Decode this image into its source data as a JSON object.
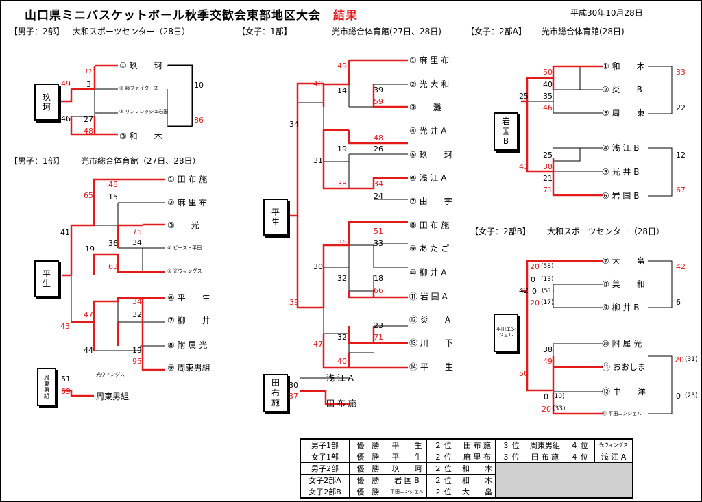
{
  "header": {
    "title": "山口県ミニバスケットボール秋季交歓会東部地区大会",
    "title_suffix": "結果",
    "date": "平成30年10月28日"
  },
  "boys2": {
    "division": "【男子：2部】",
    "venue": "大和スポーツセンター（28日）",
    "winner": "玖\n珂",
    "teams": [
      "① 玖　　珂",
      "② 藤ファイターズ",
      "③ リンフレッシュ岩国",
      "③ 和　　木"
    ],
    "scores": [
      "125",
      "3",
      "10",
      "27",
      "48",
      "86",
      "49",
      "46"
    ]
  },
  "boys1": {
    "division": "【男子：1部】",
    "venue": "光市総合体育館（27日、28日）",
    "winner": "平\n生",
    "teams": [
      "① 田 布 施",
      "② 麻 里 布",
      "③　　光",
      "④ ビースト平田",
      "⑤ 光ウィングス",
      "⑥ 平　　生",
      "⑦ 柳　　井",
      "⑧ 附 属 光",
      "⑨ 周東男組"
    ],
    "scores": [
      "48",
      "15",
      "65",
      "41",
      "75",
      "34",
      "36",
      "19",
      "63",
      "34",
      "32",
      "47",
      "43",
      "19",
      "95",
      "44"
    ],
    "third": {
      "box": "周\n東\n男\n組",
      "team_top": "光ウィングス",
      "team_bottom": "周東男組",
      "score_top": "51",
      "score_bottom": "69"
    }
  },
  "girls1": {
    "division": "【女子：1部】",
    "venue": "光市総合体育館(27日、28日)",
    "winner": "平\n生",
    "teams": [
      "① 麻 里 布",
      "② 光 大 和",
      "③　　灘",
      "④ 光 井 A",
      "⑤ 玖　　珂",
      "⑥ 浅 江 A",
      "⑦ 由　　宇",
      "⑧ 田 布 施",
      "⑨ あ た ご",
      "⑩ 柳 井 A",
      "⑪ 岩 国 A",
      "⑫ 炎　　A",
      "⑬ 川　　下",
      "⑭ 平　　生"
    ],
    "scores": [
      "49",
      "14",
      "39",
      "59",
      "40",
      "34",
      "48",
      "26",
      "19",
      "31",
      "34",
      "24",
      "38",
      "51",
      "33",
      "36",
      "18",
      "30",
      "32",
      "66",
      "39",
      "23",
      "71",
      "32",
      "47",
      "40"
    ],
    "third": {
      "box": "田\n布\n施",
      "team_top": "浅 江 A",
      "team_bottom": "田 布 施",
      "score_top": "30",
      "score_bottom": "37"
    }
  },
  "girls2a": {
    "division": "【女子：2部A】",
    "venue": "光市総合体育館(28日)",
    "winner": "岩\n国\nB",
    "teams": [
      "① 和　　木",
      "② 炎　　B",
      "③ 周　　東",
      "④ 浅 江 B",
      "⑤ 光 井 B",
      "⑥ 岩 国 B"
    ],
    "scores": [
      "50",
      "40",
      "35",
      "46",
      "33",
      "22",
      "25",
      "25",
      "12",
      "41",
      "38",
      "21",
      "71",
      "67"
    ]
  },
  "girls2b": {
    "division": "【女子：2部B】",
    "venue": "大和スポーツセンター（28日）",
    "winner": "平田エンジェル",
    "teams": [
      "⑦ 大　　畠",
      "⑧ 美　　和",
      "⑨ 柳 井 B",
      "⑩ 附 属 光",
      "⑪ おおしま",
      "⑫ 中　　洋",
      "⑬ 平田エンジェル"
    ],
    "scores": [
      "20",
      "(58)",
      "0",
      "(13)",
      "0",
      "(51)",
      "20",
      "(17)",
      "42",
      "42",
      "6",
      "38",
      "49",
      "50",
      "0",
      "(10)",
      "20",
      "(33)",
      "20",
      "(31)",
      "0",
      "(23)"
    ]
  },
  "results": {
    "rows": [
      [
        "男子1部",
        "優　勝",
        "平　　生",
        "２ 位",
        "田 布 施",
        "３ 位",
        "周東男組",
        "４ 位",
        "光ウィングス"
      ],
      [
        "女子1部",
        "優　勝",
        "平　　生",
        "２ 位",
        "麻 里 布",
        "３ 位",
        "田 布 施",
        "４ 位",
        "浅 江 A"
      ],
      [
        "男子2部",
        "優　勝",
        "玖　　珂",
        "２ 位",
        "和　　木"
      ],
      [
        "女子2部A",
        "優　勝",
        "岩 国 B",
        "２ 位",
        "和　　木"
      ],
      [
        "女子2部B",
        "優　勝",
        "平田エンジェル",
        "２ 位",
        "大　　畠"
      ]
    ]
  },
  "colors": {
    "win": "#e31b1b",
    "line": "#000000",
    "gray": "#d0d0d0"
  }
}
